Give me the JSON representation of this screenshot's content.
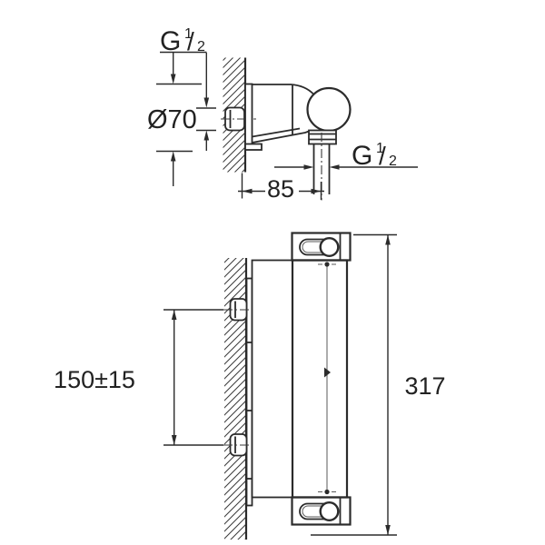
{
  "drawing": {
    "colors": {
      "line": "#2b2b2b",
      "background": "#ffffff"
    },
    "top_view": {
      "inlet_thread": {
        "g": "G",
        "numerator": "1",
        "slash": "/",
        "denominator": "2"
      },
      "diameter_label": "Ø70",
      "outlet_thread": {
        "g": "G",
        "numerator": "1",
        "slash": "/",
        "denominator": "2"
      },
      "wall_distance_label": "85"
    },
    "front_view": {
      "connection_spacing_label": "150±15",
      "total_height_label": "317"
    }
  }
}
